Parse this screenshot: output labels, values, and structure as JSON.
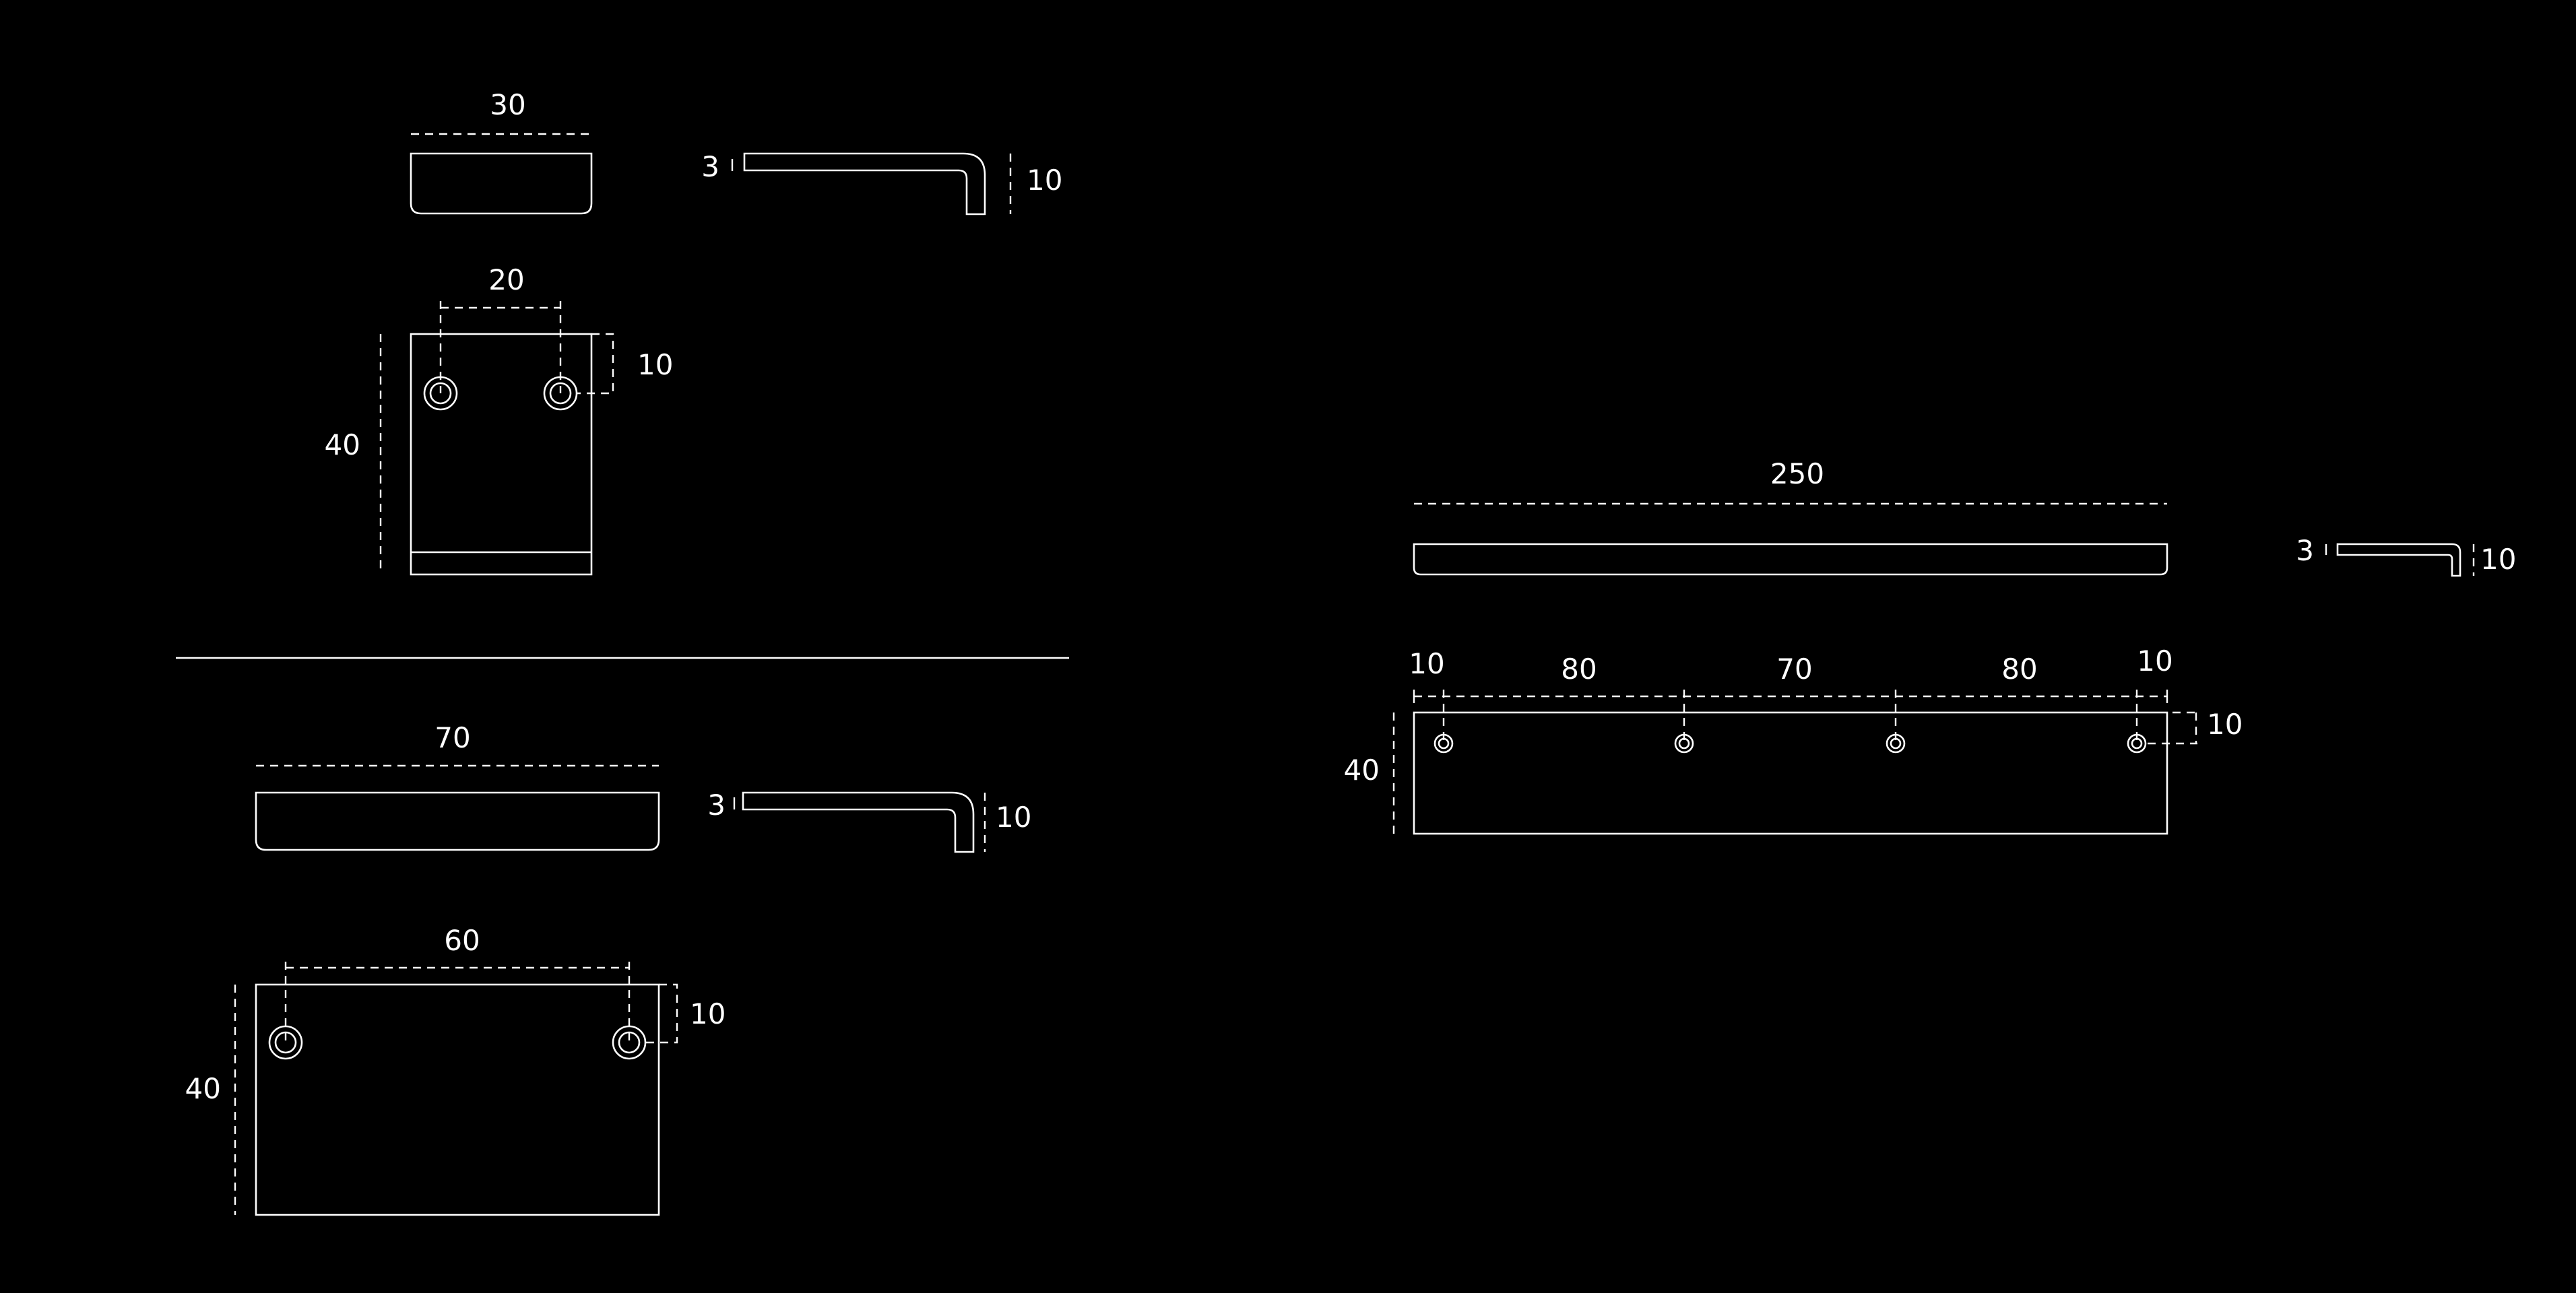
{
  "colors": {
    "background": "#000000",
    "line": "#ffffff"
  },
  "small_handle": {
    "front_view": {
      "width_label": "30"
    },
    "side_profile": {
      "thickness_label": "3",
      "height_label": "10"
    },
    "back_view": {
      "hole_spacing_label": "20",
      "hole_offset_label": "10",
      "height_label": "40"
    }
  },
  "medium_handle": {
    "front_view": {
      "width_label": "70"
    },
    "side_profile": {
      "thickness_label": "3",
      "height_label": "10"
    },
    "back_view": {
      "hole_spacing_label": "60",
      "hole_offset_label": "10",
      "height_label": "40"
    }
  },
  "long_handle": {
    "front_view": {
      "width_label": "250"
    },
    "side_profile": {
      "thickness_label": "3",
      "height_label": "10"
    },
    "back_view": {
      "spacing_labels": [
        "10",
        "80",
        "70",
        "80",
        "10"
      ],
      "hole_offset_label": "10",
      "height_label": "40"
    }
  }
}
